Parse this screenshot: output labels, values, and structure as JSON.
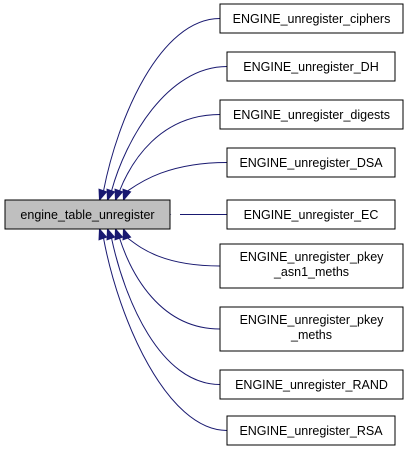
{
  "graph": {
    "center": {
      "id": "engine_table_unregister",
      "label": "engine_table_unregister",
      "fill": "#bfbfbf",
      "stroke": "#000000"
    },
    "nodes": [
      {
        "id": "ciphers",
        "lines": [
          "ENGINE_unregister_ciphers"
        ]
      },
      {
        "id": "dh",
        "lines": [
          "ENGINE_unregister_DH"
        ]
      },
      {
        "id": "digests",
        "lines": [
          "ENGINE_unregister_digests"
        ]
      },
      {
        "id": "dsa",
        "lines": [
          "ENGINE_unregister_DSA"
        ]
      },
      {
        "id": "ec",
        "lines": [
          "ENGINE_unregister_EC"
        ]
      },
      {
        "id": "pkey_asn1",
        "lines": [
          "ENGINE_unregister_pkey",
          "_asn1_meths"
        ]
      },
      {
        "id": "pkey_meths",
        "lines": [
          "ENGINE_unregister_pkey",
          "_meths"
        ]
      },
      {
        "id": "rand",
        "lines": [
          "ENGINE_unregister_RAND"
        ]
      },
      {
        "id": "rsa",
        "lines": [
          "ENGINE_unregister_RSA"
        ]
      }
    ],
    "edge_color": "#191970",
    "node_fill": "#ffffff"
  }
}
